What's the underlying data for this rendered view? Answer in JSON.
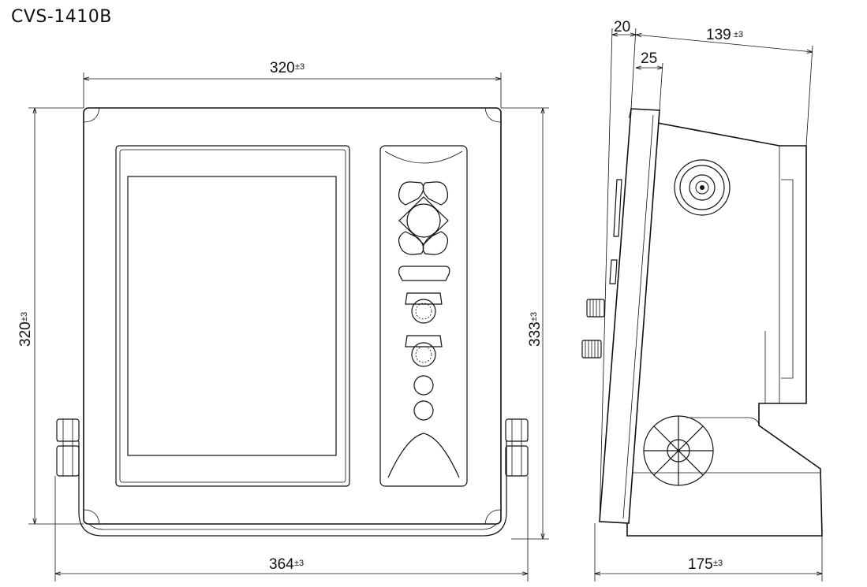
{
  "model": "CVS-1410B",
  "colors": {
    "line": "#111111",
    "background": "#ffffff"
  },
  "dimensions": {
    "front_width": {
      "value": "320",
      "tolerance": "±3"
    },
    "front_height": {
      "value": "320",
      "tolerance": "±3"
    },
    "bracket_height": {
      "value": "333",
      "tolerance": "±3"
    },
    "bracket_width": {
      "value": "364",
      "tolerance": "±3"
    },
    "bezel_offset": {
      "value": "20"
    },
    "front_depth": {
      "value": "25"
    },
    "side_depth": {
      "value": "139",
      "tolerance": "±3"
    },
    "base_depth": {
      "value": "175",
      "tolerance": "±3"
    }
  }
}
